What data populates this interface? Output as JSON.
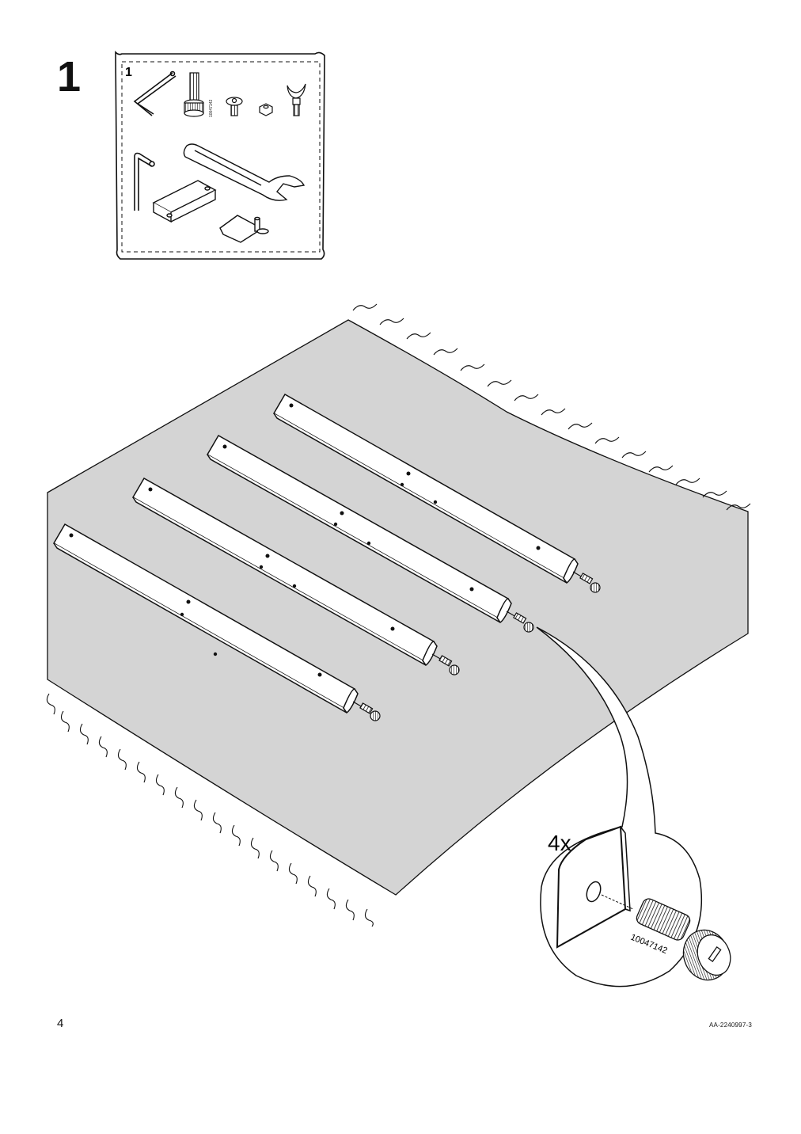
{
  "step": {
    "number": "1"
  },
  "kit": {
    "number": "1",
    "tiny_code": "10047142"
  },
  "detail": {
    "quantity": "4x",
    "part_number": "10047142"
  },
  "footer": {
    "page": "4",
    "doc_code": "AA-2240997-3"
  },
  "icons": [
    "allen-key",
    "adjustable-foot-screw",
    "washer-screw",
    "nut",
    "wing-screw",
    "angle-bracket",
    "rail-hook",
    "spanner"
  ],
  "colors": {
    "carpet": "#d4d4d4",
    "line": "#111111",
    "paper": "#ffffff"
  }
}
